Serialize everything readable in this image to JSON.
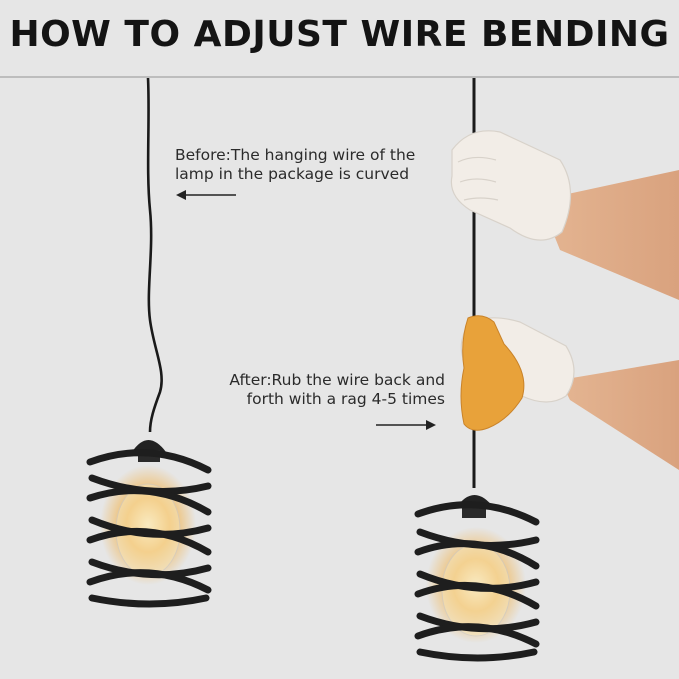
{
  "title": "HOW TO ADJUST WIRE BENDING",
  "before": {
    "line1": "Before:The hanging wire of the",
    "line2": "lamp in the package is curved"
  },
  "after": {
    "line1": "After:Rub the wire back and",
    "line2": "forth with a rag 4-5 times"
  },
  "colors": {
    "background": "#e6e6e6",
    "wire": "#1a1a1a",
    "cage": "#1e1e1e",
    "glove": "#f1ece6",
    "rag": "#e8a23a",
    "glow": "#f2b24a"
  },
  "icons": [
    "arrow-left-icon",
    "arrow-right-icon"
  ]
}
